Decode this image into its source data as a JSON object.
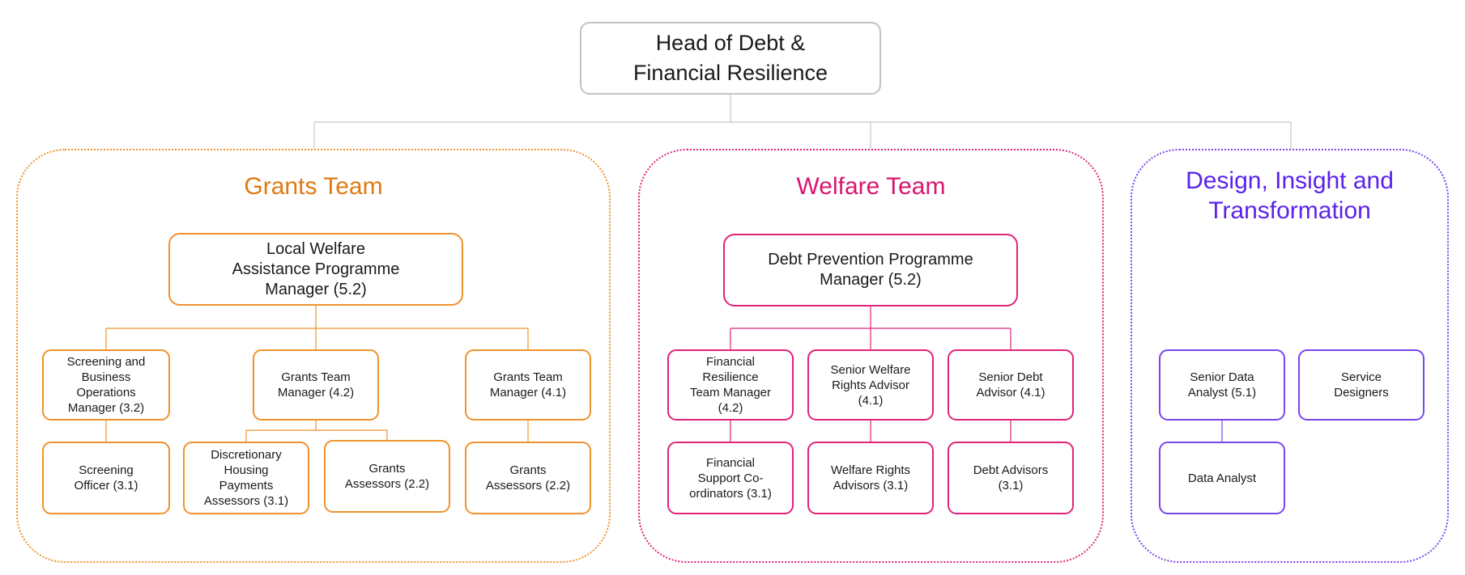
{
  "head": {
    "label": "Head of Debt &\nFinancial Resilience"
  },
  "colors": {
    "grants": "#f0922d",
    "grants_title": "#e07a12",
    "welfare": "#e0237a",
    "welfare_title": "#d81670",
    "design": "#7b45ec",
    "design_title": "#5b22ec",
    "connector_top": "#c8c8c8"
  },
  "grants_team": {
    "title": "Grants Team",
    "manager": "Local Welfare\nAssistance Programme\nManager (5.2)",
    "screening_ops": "Screening and\nBusiness\nOperations\nManager (3.2)",
    "screening_officer": "Screening\nOfficer (3.1)",
    "grants_mgr_42": "Grants Team\nManager (4.2)",
    "dhp_assessors": "Discretionary\nHousing\nPayments\nAssessors (3.1)",
    "grants_assessors_a": "Grants\nAssessors (2.2)",
    "grants_mgr_41": "Grants Team\nManager (4.1)",
    "grants_assessors_b": "Grants\nAssessors (2.2)"
  },
  "welfare_team": {
    "title": "Welfare Team",
    "manager": "Debt Prevention Programme\nManager (5.2)",
    "fr_team_mgr": "Financial\nResilience\nTeam Manager\n(4.2)",
    "fs_coordinators": "Financial\nSupport Co-\nordinators (3.1)",
    "senior_welfare": "Senior Welfare\nRights Advisor\n(4.1)",
    "welfare_advisors": "Welfare Rights\nAdvisors (3.1)",
    "senior_debt": "Senior Debt\nAdvisor (4.1)",
    "debt_advisors": "Debt Advisors\n(3.1)"
  },
  "design_team": {
    "title": "Design, Insight and\nTransformation",
    "senior_data_analyst": "Senior Data\nAnalyst (5.1)",
    "service_designers": "Service\nDesigners",
    "data_analyst": "Data Analyst"
  }
}
